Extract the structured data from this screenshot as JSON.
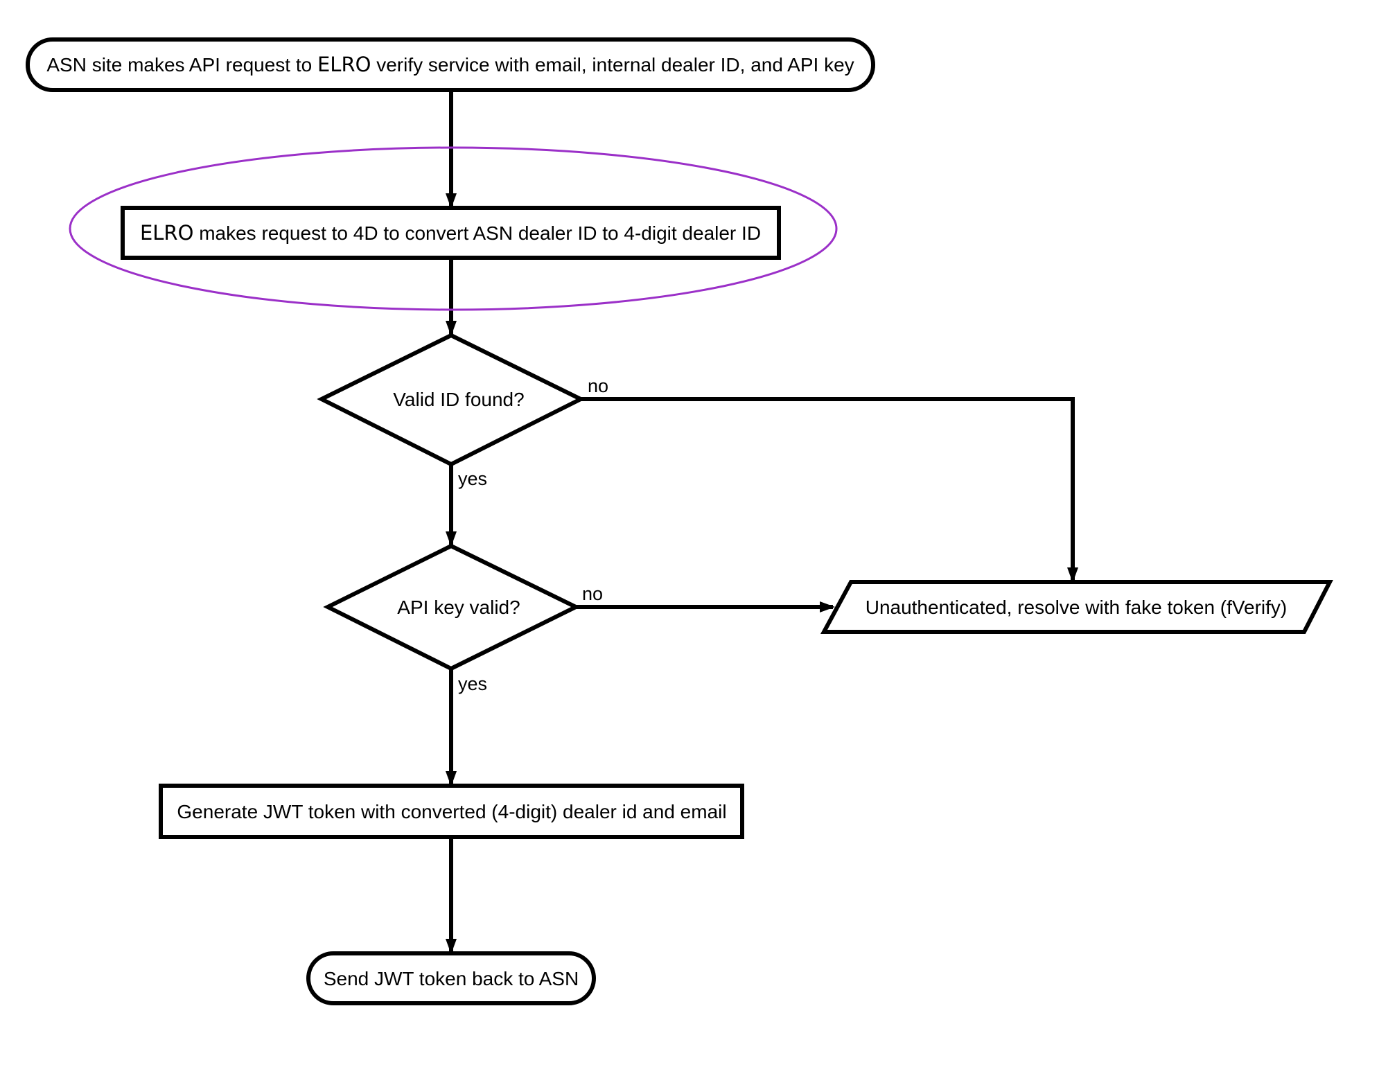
{
  "colors": {
    "stroke": "#000000",
    "fill": "#ffffff",
    "highlight": "#9b30c8"
  },
  "nodes": {
    "start": {
      "shape": "terminator",
      "text_before": "ASN site makes API request to ",
      "brand": "ELRO",
      "text_after": " verify service with email, internal dealer ID, and API key"
    },
    "convert": {
      "shape": "process",
      "brand": "ELRO",
      "text_after": " makes request to 4D to convert ASN dealer ID to 4-digit dealer ID",
      "highlighted": true
    },
    "valid_id": {
      "shape": "decision",
      "text": "Valid ID found?"
    },
    "api_key": {
      "shape": "decision",
      "text": "API key valid?"
    },
    "unauthenticated": {
      "shape": "io",
      "text": "Unauthenticated, resolve with fake token (fVerify)"
    },
    "generate": {
      "shape": "process",
      "text": "Generate JWT token with converted (4-digit) dealer id and email"
    },
    "send": {
      "shape": "terminator",
      "text": "Send JWT token back to ASN"
    }
  },
  "edges": [
    {
      "from": "start",
      "to": "convert",
      "label": ""
    },
    {
      "from": "convert",
      "to": "valid_id",
      "label": ""
    },
    {
      "from": "valid_id",
      "to": "unauthenticated",
      "label": "no"
    },
    {
      "from": "valid_id",
      "to": "api_key",
      "label": "yes"
    },
    {
      "from": "api_key",
      "to": "unauthenticated",
      "label": "no"
    },
    {
      "from": "api_key",
      "to": "generate",
      "label": "yes"
    },
    {
      "from": "generate",
      "to": "send",
      "label": ""
    }
  ]
}
